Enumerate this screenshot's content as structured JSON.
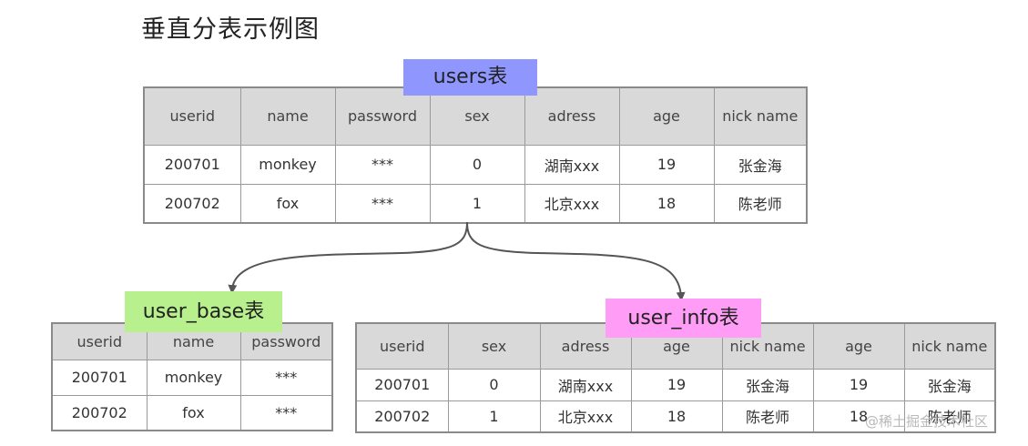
{
  "title": "垂直分表示例图",
  "users": {
    "label": "users表",
    "headers": [
      "userid",
      "name",
      "password",
      "sex",
      "adress",
      "age",
      "nick name"
    ],
    "rows": [
      [
        "200701",
        "monkey",
        "***",
        "0",
        "湖南xxx",
        "19",
        "张金海"
      ],
      [
        "200702",
        "fox",
        "***",
        "1",
        "北京xxx",
        "18",
        "陈老师"
      ]
    ]
  },
  "user_base": {
    "label": "user_base表",
    "headers": [
      "userid",
      "name",
      "password"
    ],
    "rows": [
      [
        "200701",
        "monkey",
        "***"
      ],
      [
        "200702",
        "fox",
        "***"
      ]
    ]
  },
  "user_info": {
    "label": "user_info表",
    "headers": [
      "userid",
      "sex",
      "adress",
      "age",
      "nick name",
      "age",
      "nick name"
    ],
    "rows": [
      [
        "200701",
        "0",
        "湖南xxx",
        "19",
        "张金海",
        "19",
        "张金海"
      ],
      [
        "200702",
        "1",
        "北京xxx",
        "18",
        "陈老师",
        "18",
        "陈老师"
      ]
    ]
  },
  "colors": {
    "users_label": "#8f97ff",
    "user_base_label": "#b7f08c",
    "user_info_label": "#ff9cf5",
    "header_bg": "#d9d9d9",
    "border": "#8a8a8a"
  },
  "watermark": "@稀土掘金技术社区"
}
